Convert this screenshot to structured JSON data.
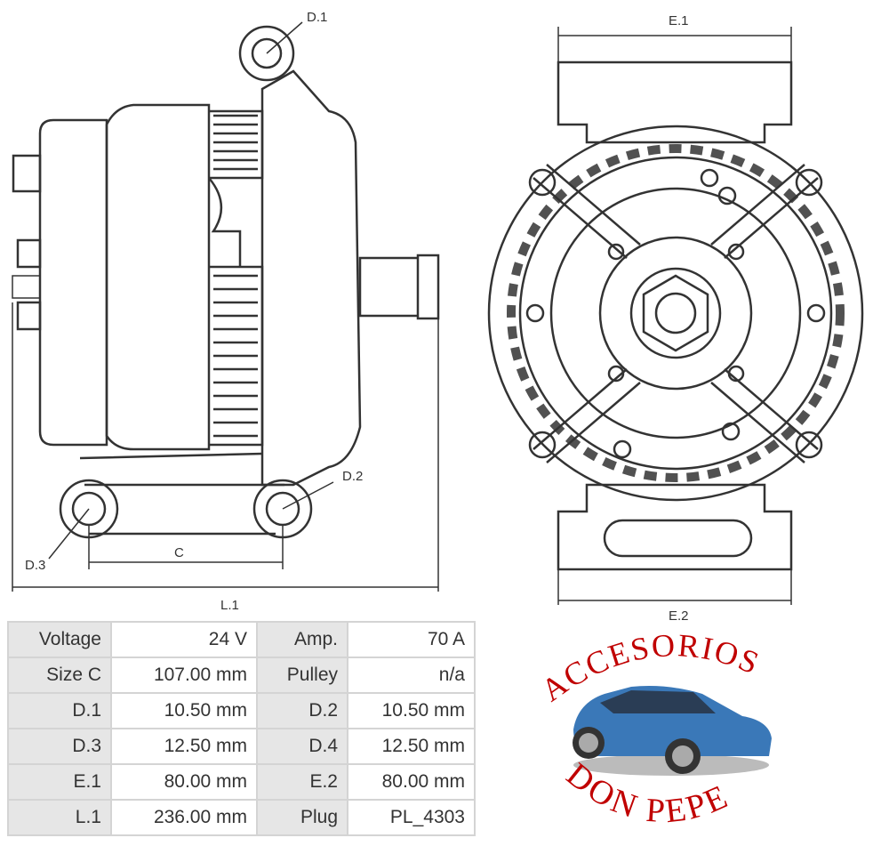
{
  "diagram": {
    "labels": {
      "d1": "D.1",
      "d2": "D.2",
      "d3": "D.3",
      "c": "C",
      "l1": "L.1",
      "e1": "E.1",
      "e2": "E.2"
    }
  },
  "specs": {
    "rows": [
      [
        {
          "k": "Voltage",
          "v": "24 V"
        },
        {
          "k": "Amp.",
          "v": "70 A"
        }
      ],
      [
        {
          "k": "Size C",
          "v": "107.00 mm"
        },
        {
          "k": "Pulley",
          "v": "n/a"
        }
      ],
      [
        {
          "k": "D.1",
          "v": "10.50 mm"
        },
        {
          "k": "D.2",
          "v": "10.50 mm"
        }
      ],
      [
        {
          "k": "D.3",
          "v": "12.50 mm"
        },
        {
          "k": "D.4",
          "v": "12.50 mm"
        }
      ],
      [
        {
          "k": "E.1",
          "v": "80.00 mm"
        },
        {
          "k": "E.2",
          "v": "80.00 mm"
        }
      ],
      [
        {
          "k": "L.1",
          "v": "236.00 mm"
        },
        {
          "k": "Plug",
          "v": "PL_4303"
        }
      ]
    ]
  },
  "logo": {
    "top": "ACCESORIOS",
    "bottom": "DON PEPE",
    "color": "#c00000",
    "car_color": "#3a78b8"
  }
}
